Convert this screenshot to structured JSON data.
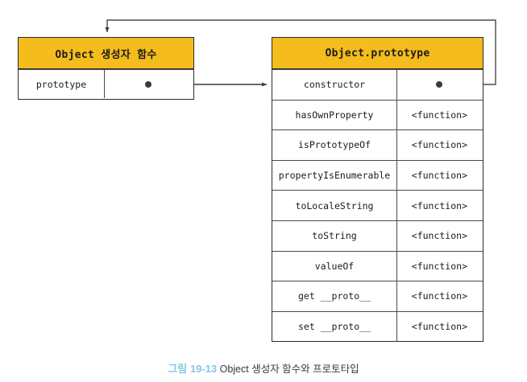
{
  "figure": {
    "caption_label": "그림 19-13",
    "caption_text": "Object 생성자 함수와 프로토타입",
    "accent_header_color": "#f4bc1c",
    "caption_label_color": "#86c5e6",
    "line_color": "#4a4a4a"
  },
  "constructor_box": {
    "title": "Object 생성자 함수",
    "rows": [
      {
        "key": "prototype",
        "value": "",
        "value_kind": "reference-dot"
      }
    ]
  },
  "prototype_box": {
    "title": "Object.prototype",
    "rows": [
      {
        "key": "constructor",
        "value": "",
        "value_kind": "reference-dot"
      },
      {
        "key": "hasOwnProperty",
        "value": "<function>",
        "value_kind": "text"
      },
      {
        "key": "isPrototypeOf",
        "value": "<function>",
        "value_kind": "text"
      },
      {
        "key": "propertyIsEnumerable",
        "value": "<function>",
        "value_kind": "text"
      },
      {
        "key": "toLocaleString",
        "value": "<function>",
        "value_kind": "text"
      },
      {
        "key": "toString",
        "value": "<function>",
        "value_kind": "text"
      },
      {
        "key": "valueOf",
        "value": "<function>",
        "value_kind": "text"
      },
      {
        "key": "get __proto__",
        "value": "<function>",
        "value_kind": "text"
      },
      {
        "key": "set __proto__",
        "value": "<function>",
        "value_kind": "text"
      }
    ]
  },
  "connectors": [
    {
      "name": "prototype-to-object-prototype",
      "from": "constructor_box.prototype",
      "to": "prototype_box.header"
    },
    {
      "name": "constructor-to-object-constructor",
      "from": "prototype_box.constructor",
      "to": "constructor_box.header"
    }
  ]
}
